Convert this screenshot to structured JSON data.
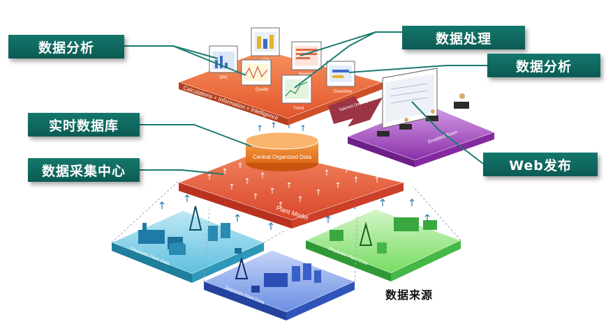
{
  "callouts": {
    "analysis_left": "数据分析",
    "processing": "数据处理",
    "analysis_right": "数据分析",
    "realtime_db": "实时数据库",
    "web_publish": "Web发布",
    "collection_center": "数据采集中心"
  },
  "layers": {
    "top_banner": "Calculations + Information = Intelligence",
    "cylinder": "Central Organized Data",
    "plant_model": "Plant Model",
    "enabled_team": "Enabled Team",
    "tailored_delivery": "Tailored Delivery"
  },
  "reports": [
    "SPC",
    "KPI",
    "Quality",
    "Reports",
    "Trend",
    "Downtime"
  ],
  "plants": {
    "left": "Disparate Plant Data",
    "center": "Disparate Plant Data",
    "right": "Disparate Plant Data"
  },
  "source_caption": "数据来源",
  "colors": {
    "callout_teal": "#0f6b62",
    "top_platform": "#ef6a3d",
    "collection_platform": "#e2553a",
    "team_platform": "#9b3fb0",
    "plant_left": "#33a8c7",
    "plant_center": "#3d6fd1",
    "plant_right": "#5fcf54"
  }
}
